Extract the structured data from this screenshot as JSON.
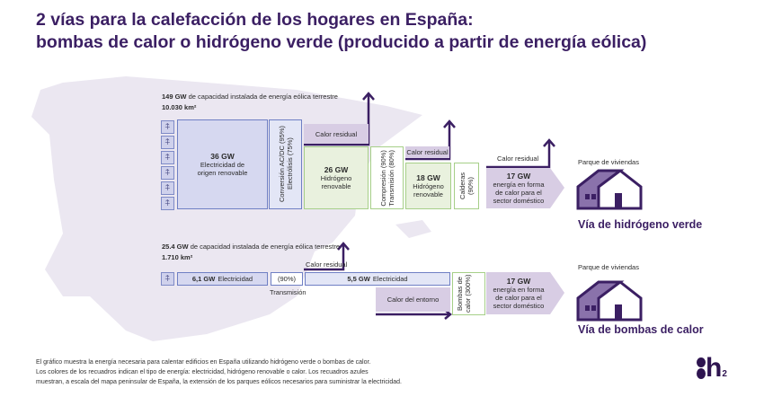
{
  "title": {
    "line1": "2 vías para la calefacción de los hogares en España:",
    "line2": "bombas de calor o hidrógeno verde (producido a partir de energía eólica)"
  },
  "hydrogen_route": {
    "capacity_value": "149 GW",
    "capacity_text": "de capacidad instalada de energía eólica terrestre",
    "area": "10.030 km²",
    "box1": {
      "value": "36 GW",
      "label": "Electricidad de origen renovable"
    },
    "conversion": {
      "line1": "Conversión AC/DC (95%)",
      "line2": "Electrólisis (75%)"
    },
    "waste_heat_1": "Calor residual",
    "box2": {
      "value": "26 GW",
      "label": "Hidrógeno renovable"
    },
    "compression": {
      "line1": "Compresión (90%)",
      "line2": "Transmisión (80%)"
    },
    "waste_heat_2": "Calor residual",
    "box3": {
      "value": "18 GW",
      "label": "Hidrógeno renovable"
    },
    "boilers": "Calderas (90%)",
    "waste_heat_3": "Calor residual",
    "output": {
      "value": "17 GW",
      "label": "energía en forma de calor para el sector doméstico"
    },
    "housing_label": "Parque de viviendas",
    "route_name": "Vía de hidrógeno verde"
  },
  "heat_pump_route": {
    "capacity_value": "25.4 GW",
    "capacity_text": "de capacidad instalada de energía eólica terrestre",
    "area": "1.710 km²",
    "box1": {
      "value": "6,1 GW",
      "label": "Electricidad"
    },
    "transmission_pct": "(90%)",
    "transmission_label": "Transmisión",
    "waste_heat": "Calor residual",
    "box2": {
      "value": "5,5 GW",
      "label": "Electricidad"
    },
    "ambient_heat": "Calor del entorno",
    "heat_pumps": "Bombas de calor (300%)",
    "output": {
      "value": "17 GW",
      "label": "energía en forma de calor para el sector doméstico"
    },
    "housing_label": "Parque de viviendas",
    "route_name": "Vía de bombas de calor"
  },
  "footnote": {
    "line1": "El gráfico muestra la energía necesaria para calentar edificios en España utilizando hidrógeno verde o bombas de calor.",
    "line2": "Los colores de los recuadros indican el tipo de energía: electricidad, hidrógeno renovable o calor.  Los recuadros azules",
    "line3": "muestran, a escala del mapa peninsular de España, la extensión de los parques eólicos necesarios para suministrar la electricidad."
  },
  "logo": "h2",
  "colors": {
    "purple": "#3b1f63",
    "electricity": "#d6d8f0",
    "hydrogen": "#e9f1de",
    "heat": "#d8cde4"
  }
}
